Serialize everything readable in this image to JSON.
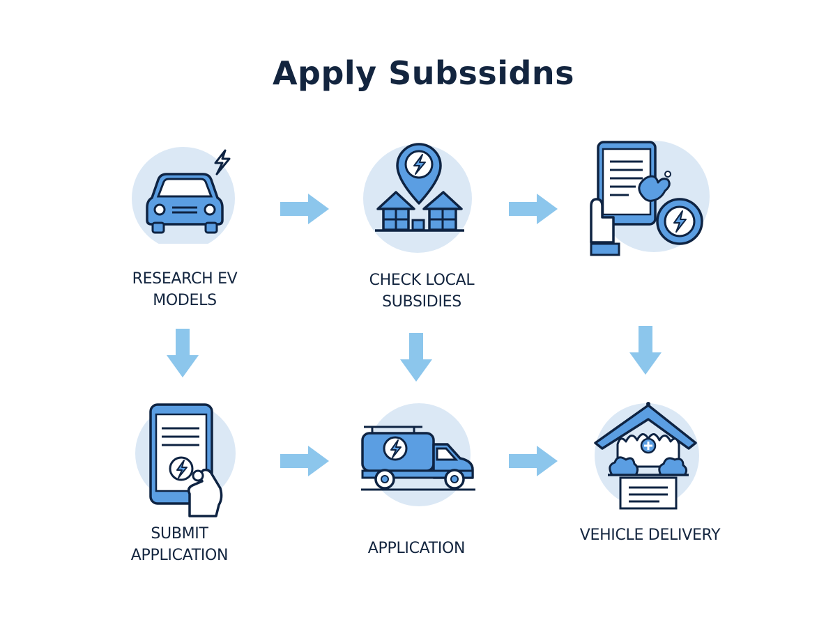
{
  "diagram": {
    "title": "Apply Subssidns",
    "steps": [
      {
        "label": "RESEARCH EV\nMODELS",
        "icon": "car-icon"
      },
      {
        "label": "CHECK LOCAL\nSUBSIDIES",
        "icon": "map-pin-houses-icon"
      },
      {
        "label": "",
        "icon": "phone-document-icon"
      },
      {
        "label": "SUBMIT\nAPPLICATION",
        "icon": "tablet-hand-icon"
      },
      {
        "label": "APPLICATION",
        "icon": "delivery-truck-icon"
      },
      {
        "label": "VEHICLE DELIVERY",
        "icon": "home-delivery-icon"
      }
    ]
  },
  "colors": {
    "circle": "#dbe8f5",
    "icon_fill": "#5b9ee2",
    "icon_stroke": "#0e2342",
    "arrow": "#8cc6ec"
  }
}
